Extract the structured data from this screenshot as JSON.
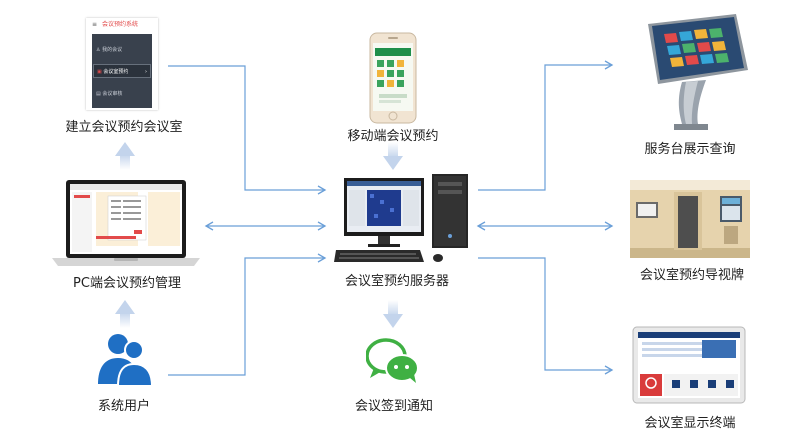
{
  "nodes": {
    "meeting_setup": {
      "label": "建立会议预约会议室",
      "menu_title": "会议预约系统",
      "menu_items": [
        "我的会议",
        "会议室预约",
        "会议审核"
      ]
    },
    "mobile": {
      "label": "移动端会议预约"
    },
    "kiosk": {
      "label": "服务台展示查询"
    },
    "pc_management": {
      "label": "PC端会议预约管理"
    },
    "server": {
      "label": "会议室预约服务器"
    },
    "guide_sign": {
      "label": "会议室预约导视牌"
    },
    "users": {
      "label": "系统用户"
    },
    "notify": {
      "label": "会议签到通知"
    },
    "terminal": {
      "label": "会议室显示终端"
    }
  },
  "colors": {
    "arrow_line": "#6a9fd8",
    "thick_arrow": "#cfdcee",
    "user_icon": "#1f6fc4",
    "wechat": "#3fb043",
    "menu_title": "#e24a4a",
    "kiosk_frame": "#9aa3ad"
  }
}
